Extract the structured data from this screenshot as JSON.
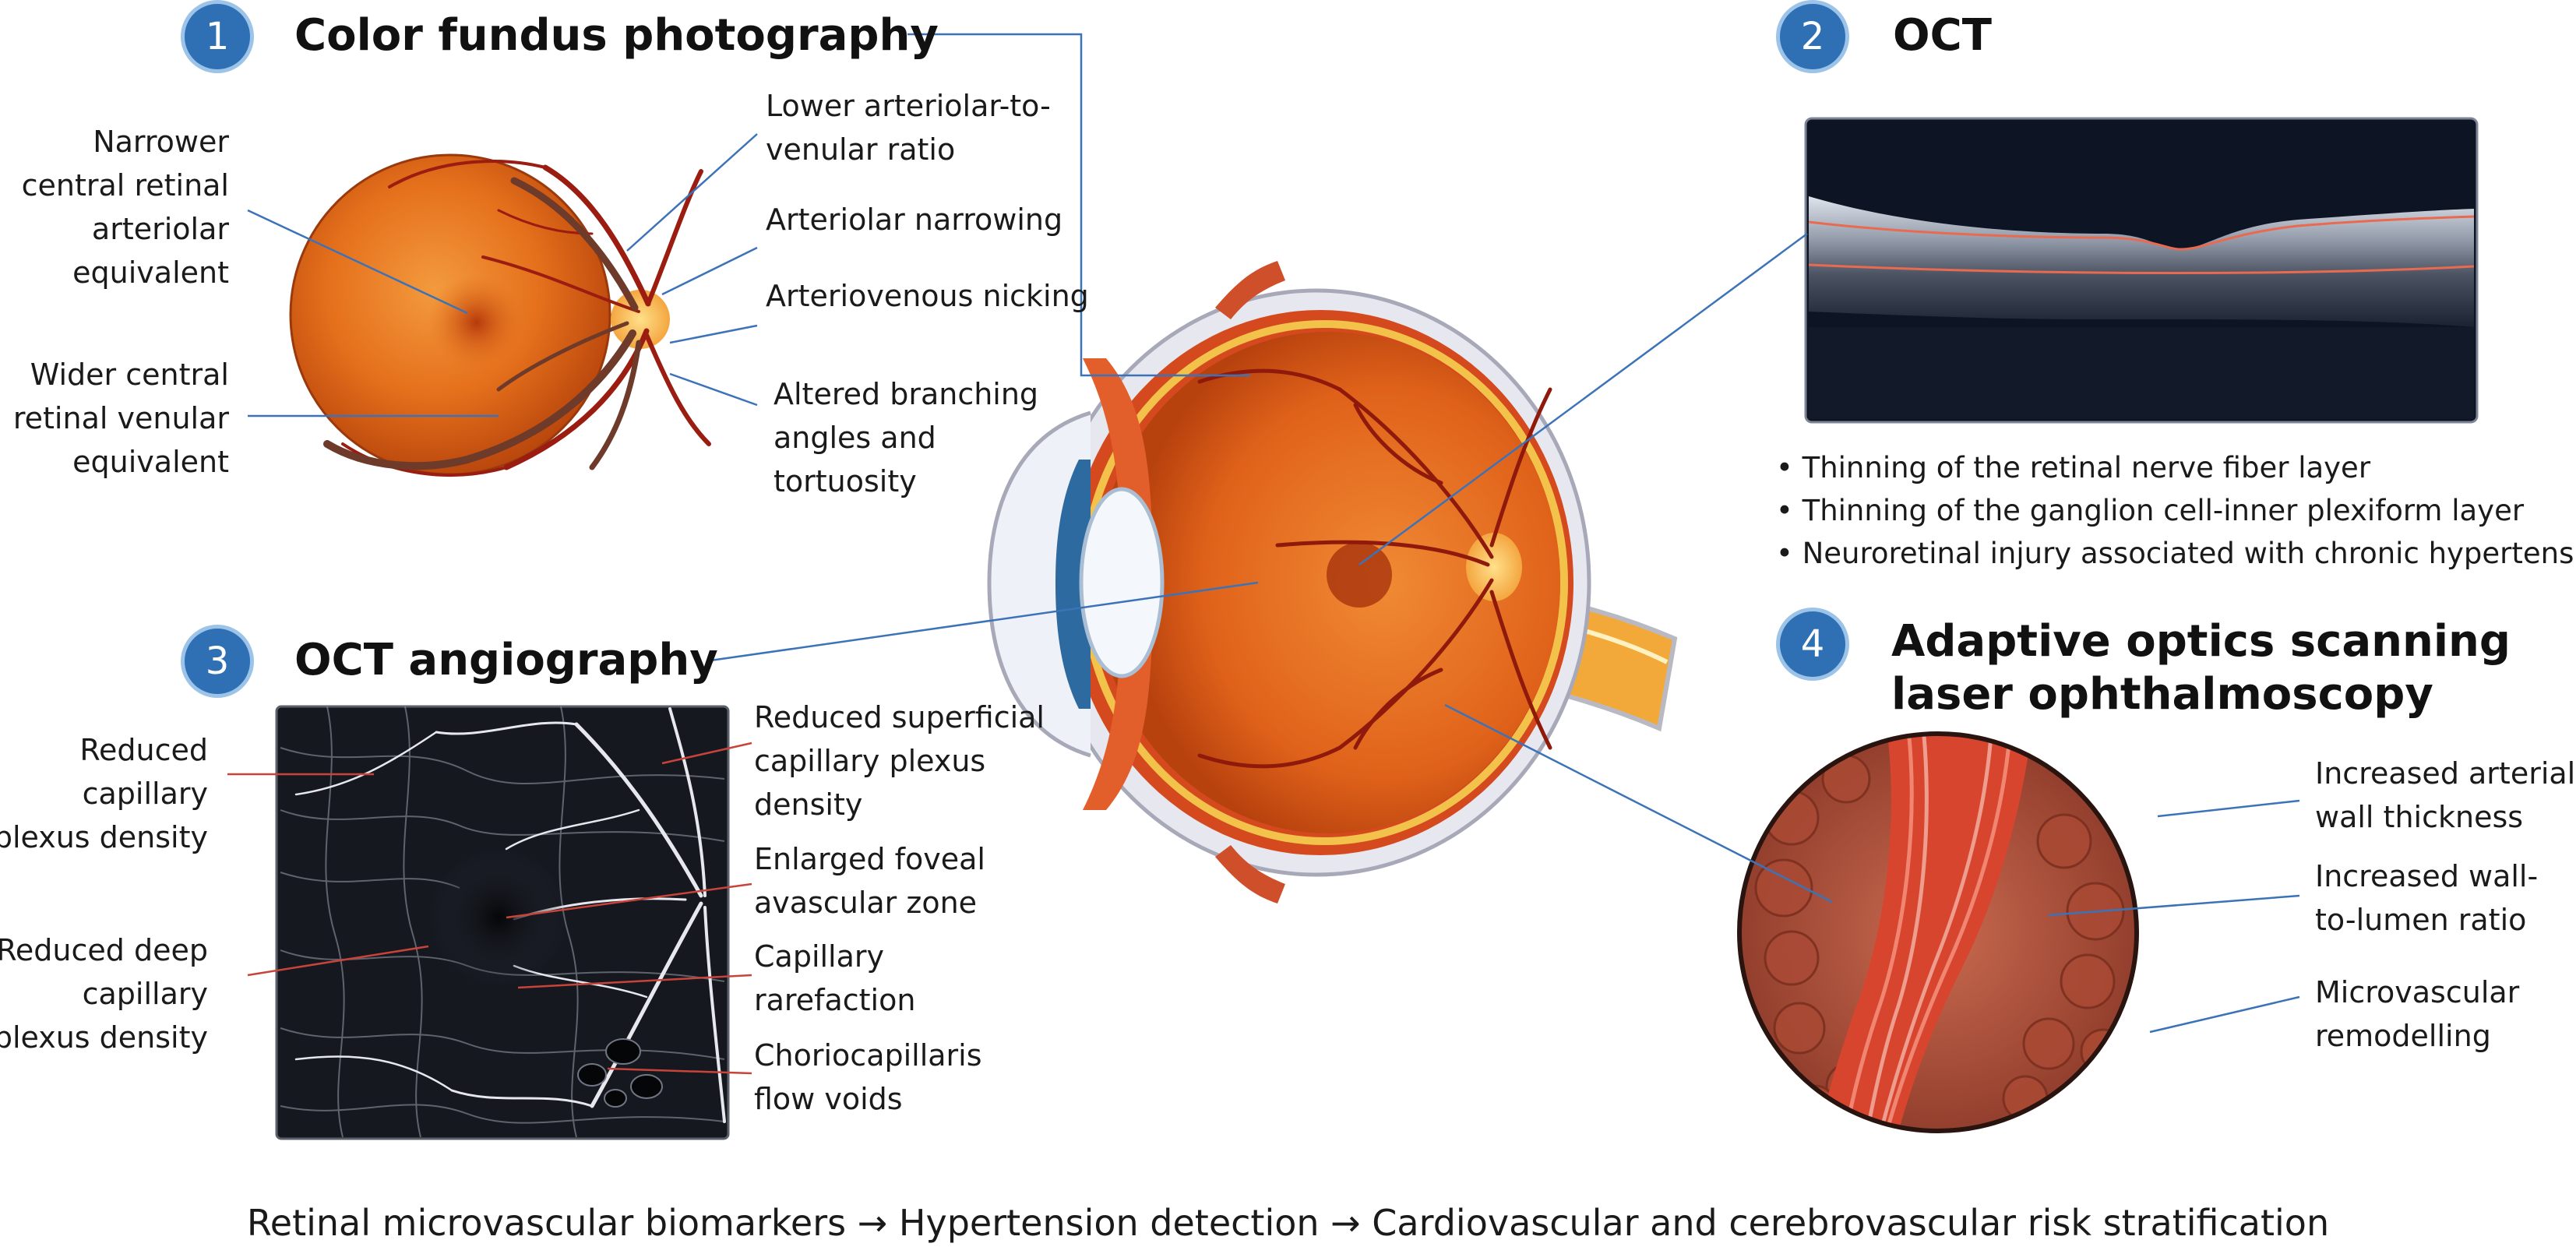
{
  "panels": [
    {
      "number": "1",
      "title": "Color fundus photography",
      "left_labels": [
        [
          "Narrower",
          "central retinal",
          "arteriolar",
          "equivalent"
        ],
        [
          "Wider central",
          "retinal venular",
          "equivalent"
        ]
      ],
      "right_labels": [
        [
          "Lower arteriolar-to-",
          "venular ratio"
        ],
        [
          "Arteriolar narrowing"
        ],
        [
          "Arteriovenous nicking"
        ],
        [
          "Altered branching",
          "angles and",
          "tortuosity"
        ]
      ]
    },
    {
      "number": "2",
      "title": "OCT",
      "bullets": [
        "Thinning of the retinal nerve fiber layer",
        "Thinning of the ganglion cell-inner plexiform layer",
        "Neuroretinal injury associated with chronic hypertension"
      ]
    },
    {
      "number": "3",
      "title": "OCT angiography",
      "left_labels": [
        [
          "Reduced",
          "capillary",
          "plexus density"
        ],
        [
          "Reduced deep",
          "capillary",
          "plexus density"
        ]
      ],
      "right_labels": [
        [
          "Reduced superficial",
          "capillary plexus",
          "density"
        ],
        [
          "Enlarged foveal",
          "avascular zone"
        ],
        [
          "Capillary",
          "rarefaction"
        ],
        [
          "Choriocapillaris",
          "flow voids"
        ]
      ]
    },
    {
      "number": "4",
      "title_lines": [
        "Adaptive optics scanning",
        "laser ophthalmoscopy"
      ],
      "right_labels": [
        [
          "Increased arterial",
          "wall thickness"
        ],
        [
          "Increased wall-",
          "to-lumen ratio"
        ],
        [
          "Microvascular",
          "remodelling"
        ]
      ]
    }
  ],
  "footer": "Retinal microvascular biomarkers → Hypertension detection → Cardiovascular and cerebrovascular risk stratification",
  "colors": {
    "badge": "#2f6fb3",
    "leader_blue": "#3c73b8",
    "leader_red": "#c8443a",
    "fundus_orange": "#e8731f",
    "vessel_red": "#9b1c10",
    "oct_dark": "#0d1524",
    "octa_dark": "#15181f"
  }
}
